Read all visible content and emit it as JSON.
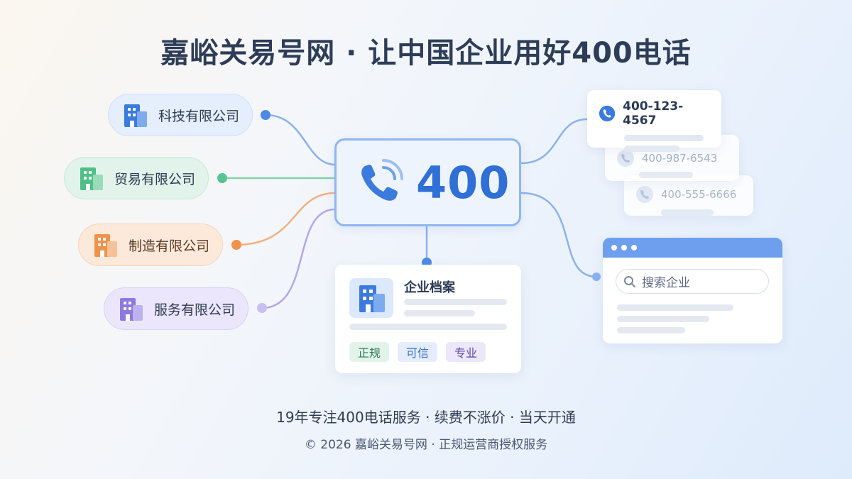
{
  "title": "嘉峪关易号网 · 让中国企业用好400电话",
  "hub": {
    "number": "400"
  },
  "companies": [
    {
      "label": "科技有限公司",
      "color": "#3b7be0"
    },
    {
      "label": "贸易有限公司",
      "color": "#4fbf86"
    },
    {
      "label": "制造有限公司",
      "color": "#f0924a"
    },
    {
      "label": "服务有限公司",
      "color": "#8b7ae0"
    }
  ],
  "phone_numbers": [
    "400-123-4567",
    "400-987-6543",
    "400-555-6666"
  ],
  "browser": {
    "search_placeholder": "搜索企业"
  },
  "profile": {
    "title": "企业档案",
    "tags": [
      "正规",
      "可信",
      "专业"
    ]
  },
  "tagline": "19年专注400电话服务 · 续费不涨价 · 当天开通",
  "footer": "© 2026 嘉峪关易号网 · 正规运营商授权服务",
  "colors": {
    "accent": "#2f6fd6",
    "hub_border": "#8fb6f0",
    "browser_bar": "#6e9fee"
  }
}
